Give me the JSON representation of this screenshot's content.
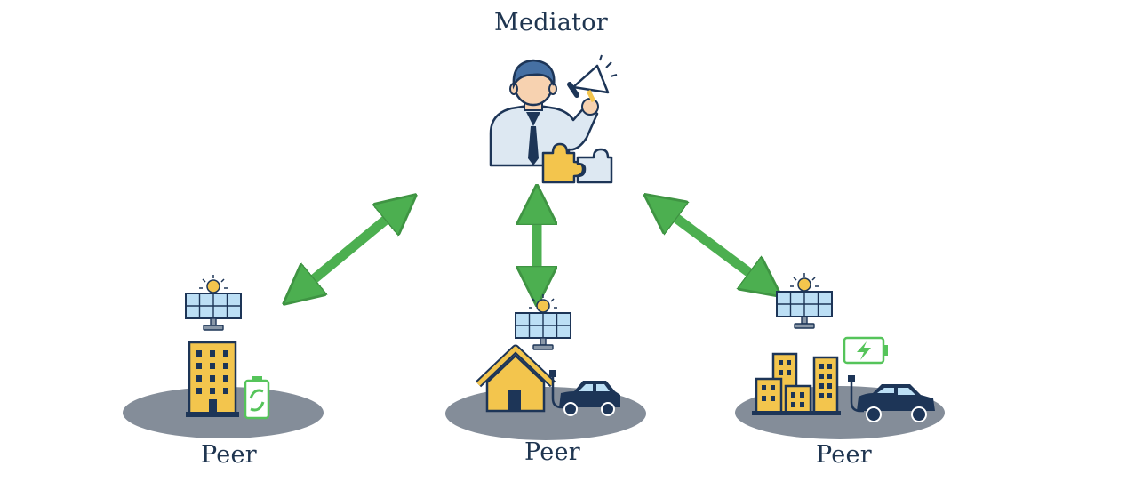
{
  "mediator": {
    "label": "Mediator",
    "icon": "mediator-person-megaphone-icon"
  },
  "peers": [
    {
      "label": "Peer",
      "icon": "office-building-solar-battery-icon"
    },
    {
      "label": "Peer",
      "icon": "house-solar-electric-car-icon"
    },
    {
      "label": "Peer",
      "icon": "city-solar-ev-battery-icon"
    }
  ],
  "colors": {
    "arrow": "#4caf50",
    "arrow_stroke": "#3f9443",
    "building": "#f3c54d",
    "navy": "#1d3557",
    "platform": "#848d99",
    "text": "#1f3550"
  }
}
